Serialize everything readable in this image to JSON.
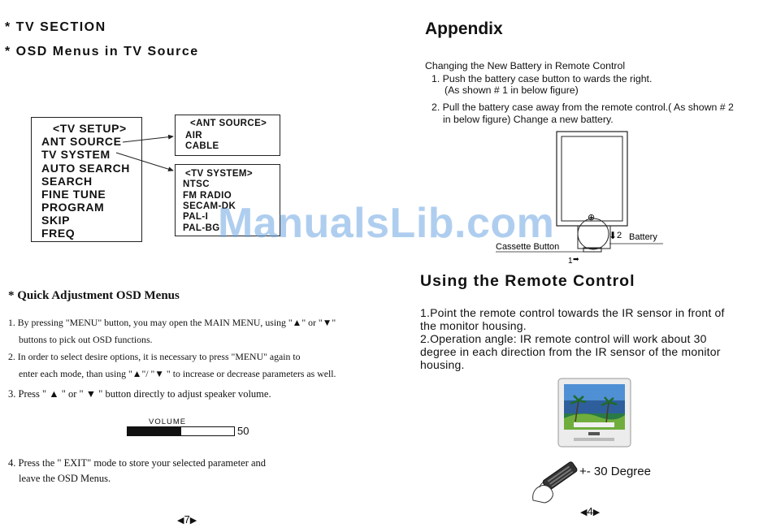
{
  "left": {
    "heading1": "* TV  SECTION",
    "heading2": "* OSD Menus in TV Source",
    "tv_setup_menu": [
      "<TV SETUP>",
      "ANT SOURCE",
      "TV SYSTEM",
      "AUTO SEARCH",
      "SEARCH",
      "FINE TUNE",
      "PROGRAM",
      "SKIP",
      "FREQ"
    ],
    "ant_source_menu": [
      "<ANT SOURCE>",
      "AIR",
      "CABLE"
    ],
    "tv_system_menu": [
      "<TV SYSTEM>",
      "NTSC",
      "FM RADIO",
      "SECAM-DK",
      "PAL-I",
      "PAL-BG"
    ],
    "quick_heading": "* Quick Adjustment OSD Menus",
    "para1_line1": "1. By pressing \"MENU\" button, you may open the MAIN MENU, using \"▲\" or \"▼\"",
    "para1_line2": "buttons to pick out OSD functions.",
    "para2_line1": "2. In order to select desire options, it is necessary to press \"MENU\" again to",
    "para2_line2": "enter each mode, than using \"▲\"/ \"▼ \" to increase or decrease parameters as well.",
    "para3": "3. Press \" ▲ \" or \" ▼ \" button directly to adjust speaker volume.",
    "volume": {
      "label": "VOLUME",
      "value": "50",
      "level": 0.5
    },
    "para4_line1": "4. Press the \" EXIT\" mode to store  your selected parameter and",
    "para4_line2": "leave the  OSD Menus.",
    "page_number": "7"
  },
  "right": {
    "appendix_title": "Appendix",
    "battery_intro": "Changing the New Battery in Remote Control",
    "battery_step1_line1": "1. Push the battery case button to wards the right.",
    "battery_step1_line2": "(As shown  # 1  in  below  figure)",
    "battery_step2_line1": "2. Pull the battery case away from the remote control.( As shown   # 2",
    "battery_step2_line2": "in below figure) Change  a new battery.",
    "diagram": {
      "plus_sign": "⊕",
      "battery_label": "Battery",
      "cassette_label": "Cassette Button",
      "marker2": "2",
      "marker1": "1"
    },
    "remote_title": "Using the Remote Control",
    "remote_line1": "1.Point the remote control towards the IR sensor in front of",
    "remote_line2": "the monitor housing.",
    "remote_line3": "2.Operation angle: IR remote control will work about 30",
    "remote_line4": "degree in each direction from the IR sensor of the monitor",
    "remote_line5": "housing.",
    "degree_label": "+- 30 Degree",
    "page_number": "4"
  },
  "watermark": "ManualsLib.com",
  "icons": {
    "arrow_left": "◀",
    "arrow_right": "▶",
    "arrow_down": "⬇",
    "arrow_right_small": "➡"
  }
}
